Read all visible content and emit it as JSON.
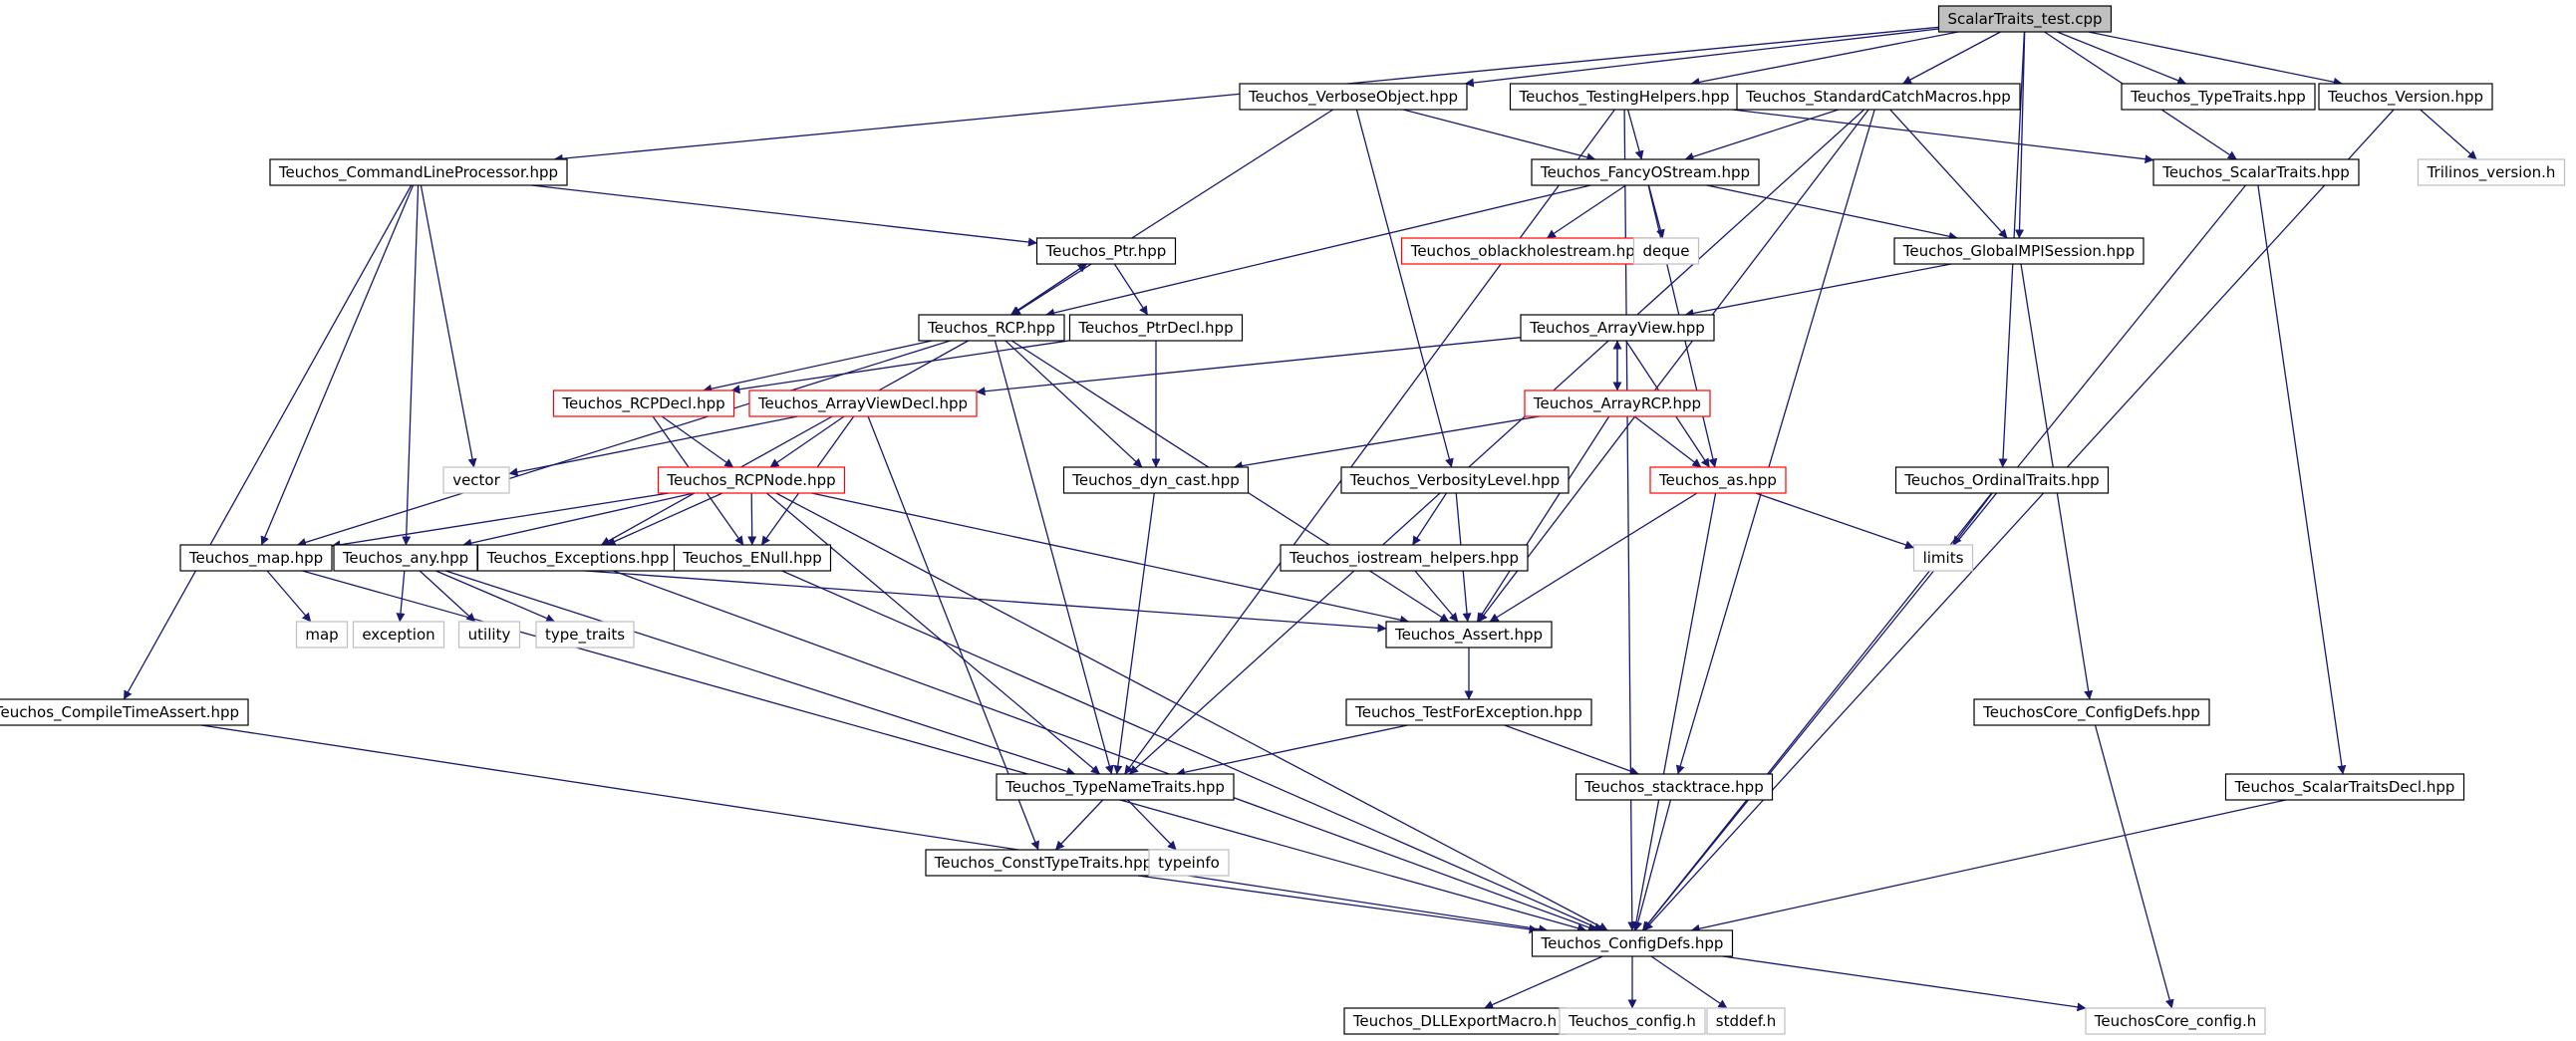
{
  "graph": {
    "colors": {
      "edge": "#191970",
      "border_normal": "#000000",
      "border_missing": "#bfbfbf",
      "border_truncated": "#ff0000",
      "root_fill": "#bfbfbf",
      "node_fill": "#ffffff"
    },
    "nodes": [
      {
        "id": "root",
        "label": "ScalarTraits_test.cpp",
        "style": "root"
      },
      {
        "id": "verbose",
        "label": "Teuchos_VerboseObject.hpp",
        "style": "normal"
      },
      {
        "id": "testinghelpers",
        "label": "Teuchos_TestingHelpers.hpp",
        "style": "normal"
      },
      {
        "id": "stdcatch",
        "label": "Teuchos_StandardCatchMacros.hpp",
        "style": "normal"
      },
      {
        "id": "typetraits",
        "label": "Teuchos_TypeTraits.hpp",
        "style": "normal"
      },
      {
        "id": "version",
        "label": "Teuchos_Version.hpp",
        "style": "normal"
      },
      {
        "id": "clp",
        "label": "Teuchos_CommandLineProcessor.hpp",
        "style": "normal"
      },
      {
        "id": "fancy",
        "label": "Teuchos_FancyOStream.hpp",
        "style": "normal"
      },
      {
        "id": "scalartraits",
        "label": "Teuchos_ScalarTraits.hpp",
        "style": "normal"
      },
      {
        "id": "trilinosver",
        "label": "Trilinos_version.h",
        "style": "missing"
      },
      {
        "id": "ptr",
        "label": "Teuchos_Ptr.hpp",
        "style": "normal"
      },
      {
        "id": "oblackhole",
        "label": "Teuchos_oblackholestream.hpp",
        "style": "truncated"
      },
      {
        "id": "deque",
        "label": "deque",
        "style": "missing"
      },
      {
        "id": "globalmpi",
        "label": "Teuchos_GlobalMPISession.hpp",
        "style": "normal"
      },
      {
        "id": "rcp",
        "label": "Teuchos_RCP.hpp",
        "style": "normal"
      },
      {
        "id": "ptrdecl",
        "label": "Teuchos_PtrDecl.hpp",
        "style": "normal"
      },
      {
        "id": "arrayview",
        "label": "Teuchos_ArrayView.hpp",
        "style": "normal"
      },
      {
        "id": "rcpdecl",
        "label": "Teuchos_RCPDecl.hpp",
        "style": "truncated"
      },
      {
        "id": "arrayviewdecl",
        "label": "Teuchos_ArrayViewDecl.hpp",
        "style": "truncated"
      },
      {
        "id": "arrayrcp",
        "label": "Teuchos_ArrayRCP.hpp",
        "style": "truncated"
      },
      {
        "id": "vector",
        "label": "vector",
        "style": "missing"
      },
      {
        "id": "rcpnode",
        "label": "Teuchos_RCPNode.hpp",
        "style": "truncated"
      },
      {
        "id": "dyncast",
        "label": "Teuchos_dyn_cast.hpp",
        "style": "normal"
      },
      {
        "id": "verbosity",
        "label": "Teuchos_VerbosityLevel.hpp",
        "style": "normal"
      },
      {
        "id": "as",
        "label": "Teuchos_as.hpp",
        "style": "truncated"
      },
      {
        "id": "ordinaltraits",
        "label": "Teuchos_OrdinalTraits.hpp",
        "style": "normal"
      },
      {
        "id": "map",
        "label": "Teuchos_map.hpp",
        "style": "normal"
      },
      {
        "id": "any",
        "label": "Teuchos_any.hpp",
        "style": "normal"
      },
      {
        "id": "exceptions",
        "label": "Teuchos_Exceptions.hpp",
        "style": "normal"
      },
      {
        "id": "enull",
        "label": "Teuchos_ENull.hpp",
        "style": "normal"
      },
      {
        "id": "iostreamhelpers",
        "label": "Teuchos_iostream_helpers.hpp",
        "style": "normal"
      },
      {
        "id": "limits",
        "label": "limits",
        "style": "missing"
      },
      {
        "id": "stdmap",
        "label": "map",
        "style": "missing"
      },
      {
        "id": "exception",
        "label": "exception",
        "style": "missing"
      },
      {
        "id": "utility",
        "label": "utility",
        "style": "missing"
      },
      {
        "id": "type_traits",
        "label": "type_traits",
        "style": "missing"
      },
      {
        "id": "assert",
        "label": "Teuchos_Assert.hpp",
        "style": "normal"
      },
      {
        "id": "compiletime",
        "label": "Teuchos_CompileTimeAssert.hpp",
        "style": "normal"
      },
      {
        "id": "testforexc",
        "label": "Teuchos_TestForException.hpp",
        "style": "normal"
      },
      {
        "id": "coreconfig",
        "label": "TeuchosCore_ConfigDefs.hpp",
        "style": "normal"
      },
      {
        "id": "typenametraits",
        "label": "Teuchos_TypeNameTraits.hpp",
        "style": "normal"
      },
      {
        "id": "stacktrace",
        "label": "Teuchos_stacktrace.hpp",
        "style": "normal"
      },
      {
        "id": "scalartraitsdecl",
        "label": "Teuchos_ScalarTraitsDecl.hpp",
        "style": "normal"
      },
      {
        "id": "consttypetraits",
        "label": "Teuchos_ConstTypeTraits.hpp",
        "style": "normal"
      },
      {
        "id": "typeinfo",
        "label": "typeinfo",
        "style": "missing"
      },
      {
        "id": "configdefs",
        "label": "Teuchos_ConfigDefs.hpp",
        "style": "normal"
      },
      {
        "id": "dllexport",
        "label": "Teuchos_DLLExportMacro.h",
        "style": "normal"
      },
      {
        "id": "configh",
        "label": "Teuchos_config.h",
        "style": "missing"
      },
      {
        "id": "stddef",
        "label": "stddef.h",
        "style": "missing"
      },
      {
        "id": "coreconfigh",
        "label": "TeuchosCore_config.h",
        "style": "missing"
      }
    ],
    "edges": [
      [
        "root",
        "verbose"
      ],
      [
        "root",
        "testinghelpers"
      ],
      [
        "root",
        "stdcatch"
      ],
      [
        "root",
        "typetraits"
      ],
      [
        "root",
        "version"
      ],
      [
        "root",
        "clp"
      ],
      [
        "root",
        "globalmpi"
      ],
      [
        "root",
        "scalartraits"
      ],
      [
        "root",
        "ordinaltraits"
      ],
      [
        "verbose",
        "fancy"
      ],
      [
        "verbose",
        "rcp"
      ],
      [
        "verbose",
        "verbosity"
      ],
      [
        "testinghelpers",
        "fancy"
      ],
      [
        "testinghelpers",
        "scalartraits"
      ],
      [
        "testinghelpers",
        "typenametraits"
      ],
      [
        "testinghelpers",
        "configdefs"
      ],
      [
        "stdcatch",
        "fancy"
      ],
      [
        "stdcatch",
        "globalmpi"
      ],
      [
        "stdcatch",
        "typenametraits"
      ],
      [
        "stdcatch",
        "assert"
      ],
      [
        "stdcatch",
        "stacktrace"
      ],
      [
        "version",
        "trilinosver"
      ],
      [
        "version",
        "configdefs"
      ],
      [
        "clp",
        "ptr"
      ],
      [
        "clp",
        "map"
      ],
      [
        "clp",
        "any"
      ],
      [
        "clp",
        "vector"
      ],
      [
        "clp",
        "compiletime"
      ],
      [
        "fancy",
        "rcp"
      ],
      [
        "fancy",
        "oblackhole"
      ],
      [
        "fancy",
        "deque"
      ],
      [
        "fancy",
        "globalmpi"
      ],
      [
        "fancy",
        "as"
      ],
      [
        "scalartraits",
        "configdefs"
      ],
      [
        "scalartraits",
        "scalartraitsdecl"
      ],
      [
        "ptr",
        "rcp"
      ],
      [
        "ptr",
        "ptrdecl"
      ],
      [
        "globalmpi",
        "arrayview"
      ],
      [
        "globalmpi",
        "coreconfig"
      ],
      [
        "rcp",
        "ptr"
      ],
      [
        "rcp",
        "rcpdecl"
      ],
      [
        "rcp",
        "exceptions"
      ],
      [
        "rcp",
        "dyncast"
      ],
      [
        "rcp",
        "assert"
      ],
      [
        "rcp",
        "map"
      ],
      [
        "rcp",
        "typenametraits"
      ],
      [
        "ptrdecl",
        "rcpdecl"
      ],
      [
        "ptrdecl",
        "dyncast"
      ],
      [
        "arrayview",
        "arrayviewdecl"
      ],
      [
        "arrayview",
        "arrayrcp"
      ],
      [
        "arrayview",
        "as"
      ],
      [
        "rcpdecl",
        "rcpnode"
      ],
      [
        "rcpdecl",
        "enull"
      ],
      [
        "arrayviewdecl",
        "rcpnode"
      ],
      [
        "arrayviewdecl",
        "vector"
      ],
      [
        "arrayviewdecl",
        "enull"
      ],
      [
        "arrayviewdecl",
        "consttypetraits"
      ],
      [
        "arrayrcp",
        "arrayview"
      ],
      [
        "arrayrcp",
        "dyncast"
      ],
      [
        "arrayrcp",
        "as"
      ],
      [
        "arrayrcp",
        "assert"
      ],
      [
        "rcpnode",
        "map"
      ],
      [
        "rcpnode",
        "any"
      ],
      [
        "rcpnode",
        "exceptions"
      ],
      [
        "rcpnode",
        "enull"
      ],
      [
        "rcpnode",
        "assert"
      ],
      [
        "rcpnode",
        "typenametraits"
      ],
      [
        "rcpnode",
        "configdefs"
      ],
      [
        "dyncast",
        "typenametraits"
      ],
      [
        "verbosity",
        "iostreamhelpers"
      ],
      [
        "verbosity",
        "assert"
      ],
      [
        "iostreamhelpers",
        "assert"
      ],
      [
        "as",
        "limits"
      ],
      [
        "as",
        "assert"
      ],
      [
        "as",
        "configdefs"
      ],
      [
        "ordinaltraits",
        "limits"
      ],
      [
        "ordinaltraits",
        "configdefs"
      ],
      [
        "map",
        "stdmap"
      ],
      [
        "map",
        "configdefs"
      ],
      [
        "any",
        "exception"
      ],
      [
        "any",
        "utility"
      ],
      [
        "any",
        "type_traits"
      ],
      [
        "any",
        "assert"
      ],
      [
        "any",
        "typenametraits"
      ],
      [
        "exceptions",
        "configdefs"
      ],
      [
        "enull",
        "configdefs"
      ],
      [
        "compiletime",
        "configdefs"
      ],
      [
        "assert",
        "testforexc"
      ],
      [
        "testforexc",
        "typenametraits"
      ],
      [
        "testforexc",
        "stacktrace"
      ],
      [
        "coreconfig",
        "coreconfigh"
      ],
      [
        "typenametraits",
        "consttypetraits"
      ],
      [
        "typenametraits",
        "typeinfo"
      ],
      [
        "stacktrace",
        "configdefs"
      ],
      [
        "scalartraitsdecl",
        "configdefs"
      ],
      [
        "consttypetraits",
        "configdefs"
      ],
      [
        "configdefs",
        "dllexport"
      ],
      [
        "configdefs",
        "configh"
      ],
      [
        "configdefs",
        "stddef"
      ],
      [
        "configdefs",
        "coreconfigh"
      ]
    ]
  }
}
